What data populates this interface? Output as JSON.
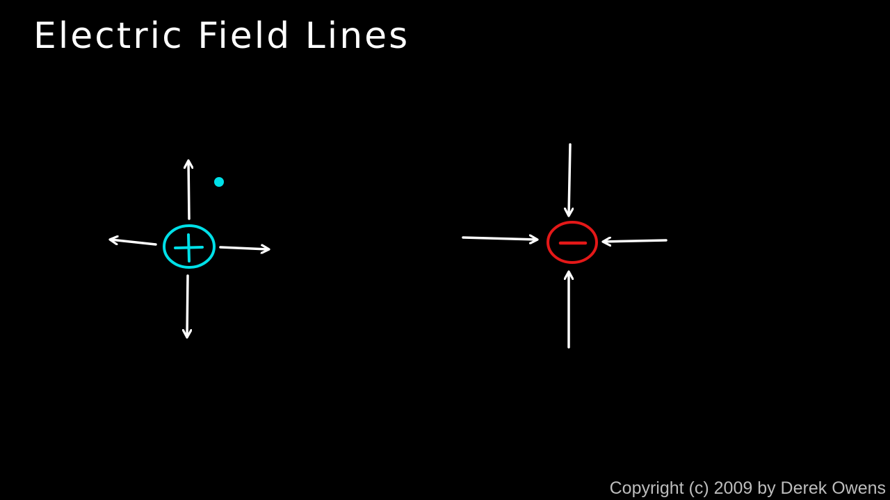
{
  "title": "Electric Field Lines",
  "copyright": "Copyright (c) 2009 by Derek Owens",
  "colors": {
    "background": "#000000",
    "positive_charge": "#00e0e8",
    "negative_charge": "#e41818",
    "field_lines": "#ffffff"
  },
  "charges": [
    {
      "name": "positive-charge",
      "symbol": "+"
    },
    {
      "name": "negative-charge",
      "symbol": "−"
    }
  ]
}
